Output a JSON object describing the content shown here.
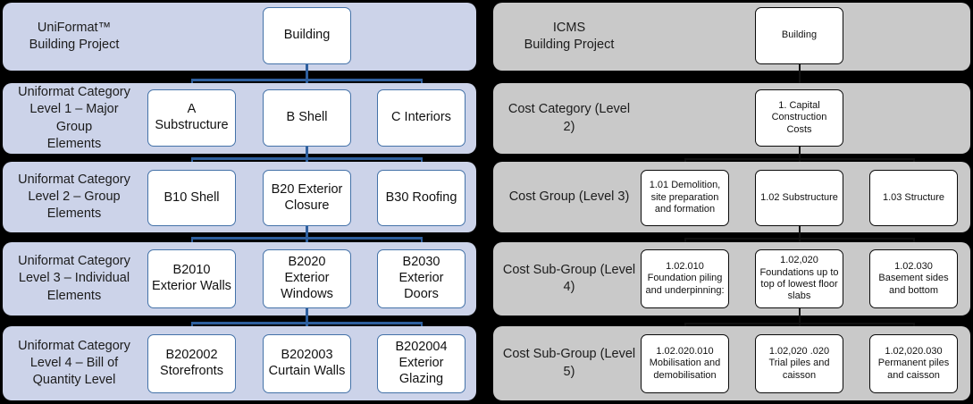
{
  "meta": {
    "colors": {
      "left_band": "#ccd3e9",
      "right_band": "#c9c9c9",
      "backdrop": "#000000",
      "left_box_border": "#4472a8",
      "right_box_border": "#0a0a0a",
      "left_connector": "#2e5f9e",
      "right_connector": "#111111",
      "box_fill": "#ffffff"
    }
  },
  "left_panel": {
    "name": "UniFormat",
    "rows": [
      {
        "caption": "UniFormat™\nBuilding Project",
        "caption_lines": [
          "UniFormat™",
          "Building Project"
        ],
        "nodes": [
          "Building"
        ]
      },
      {
        "caption": "Uniformat Category Level 1 – Major Group Elements",
        "caption_lines": [
          "Uniformat Category",
          "Level 1 – Major Group",
          "Elements"
        ],
        "nodes": [
          "A Substructure",
          "B Shell",
          "C Interiors"
        ]
      },
      {
        "caption": "Uniformat Category Level 2 – Group Elements",
        "caption_lines": [
          "Uniformat Category",
          "Level 2 – Group",
          "Elements"
        ],
        "nodes": [
          "B10 Shell",
          "B20 Exterior Closure",
          "B30 Roofing"
        ]
      },
      {
        "caption": "Uniformat Category Level 3 – Individual Elements",
        "caption_lines": [
          "Uniformat Category",
          "Level 3 – Individual",
          "Elements"
        ],
        "nodes": [
          "B2010 Exterior Walls",
          "B2020 Exterior Windows",
          "B2030 Exterior Doors"
        ]
      },
      {
        "caption": "Uniformat Category Level 4 – Bill of Quantity Level",
        "caption_lines": [
          "Uniformat Category",
          "Level 4 – Bill of",
          "Quantity Level"
        ],
        "nodes": [
          "B202002 Storefronts",
          "B202003 Curtain Walls",
          "B202004 Exterior Glazing"
        ]
      }
    ]
  },
  "right_panel": {
    "name": "ICMS",
    "rows": [
      {
        "caption": "ICMS\nBuilding Project",
        "caption_lines": [
          "ICMS",
          "Building Project"
        ],
        "nodes": [
          "Building"
        ]
      },
      {
        "caption": "Cost Category (Level 2)",
        "caption_lines": [
          "Cost Category (Level",
          "2)"
        ],
        "nodes": [
          "1. Capital Construction Costs"
        ]
      },
      {
        "caption": "Cost Group (Level 3)",
        "caption_lines": [
          "Cost Group (Level 3)"
        ],
        "nodes": [
          "1.01 Demolition, site preparation and formation",
          "1.02 Substructure",
          "1.03 Structure"
        ]
      },
      {
        "caption": "Cost Sub-Group (Level 4)",
        "caption_lines": [
          "Cost Sub-Group (Level",
          "4)"
        ],
        "nodes": [
          "1.02.010 Foundation piling and underpinning:",
          "1.02,020 Foundations up to top of lowest floor slabs",
          "1.02.030 Basement sides and bottom"
        ]
      },
      {
        "caption": "Cost Sub-Group (Level 5)",
        "caption_lines": [
          "Cost Sub-Group (Level",
          "5)"
        ],
        "nodes": [
          "1.02.020.010 Mobilisation and demobilisation",
          "1.02,020 .020 Trial piles and caisson",
          "1.02,020.030 Permanent piles and caisson"
        ]
      }
    ]
  }
}
